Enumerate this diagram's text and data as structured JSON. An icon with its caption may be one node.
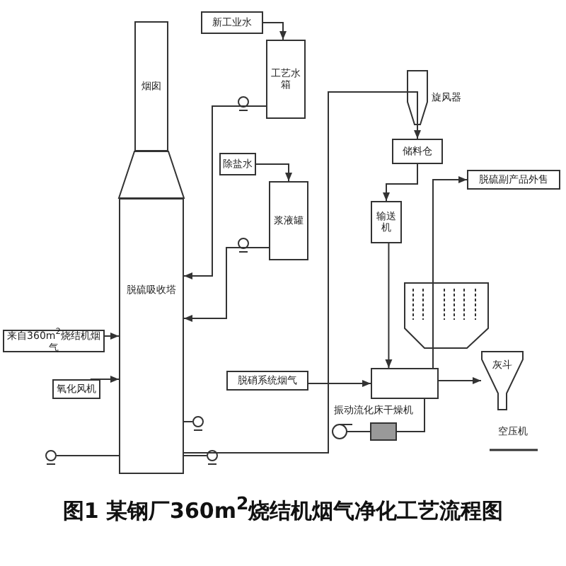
{
  "diagram": {
    "caption": "图1  某钢厂360m$^{2}$烧结机烟气净化工艺流程图",
    "nodes": [
      {
        "text": [
          "烟囱"
        ]
      },
      {
        "text": [
          "脱硫吸收塔"
        ]
      },
      {
        "text": [
          "新工业水"
        ]
      },
      {
        "text": [
          "工艺水箱"
        ]
      },
      {
        "text": [
          "除盐水"
        ]
      },
      {
        "text": [
          "浆液罐"
        ]
      },
      {
        "text": [
          "来自360m$^{2}$烧结机烟气"
        ]
      },
      {
        "text": [
          "氧化风机"
        ]
      },
      {
        "text": [
          "储料仓"
        ]
      },
      {
        "text": [
          "输送机"
        ]
      },
      {
        "text": [
          "脱硫副产品外售"
        ]
      },
      {
        "text": [
          "脱硝系统烟气"
        ]
      },
      {
        "text": [],
        "shape": "box",
        "beside": [
          "振动流化床干燥机"
        ]
      },
      {
        "text": [
          "灰斗"
        ]
      }
    ],
    "edges": [
      {
        "from": 2,
        "to": 3,
        "arrow": "to"
      },
      {
        "from": 3,
        "to": 1,
        "arrow": "to"
      },
      {
        "from": 4,
        "to": 5,
        "arrow": "to"
      },
      {
        "from": 5,
        "to": 1,
        "arrow": "to"
      },
      {
        "from": 6,
        "to": 1,
        "arrow": "to"
      },
      {
        "from": 7,
        "to": 1,
        "arrow": "to"
      },
      {
        "from": 1,
        "to": 8,
        "arrow": "to"
      },
      {
        "from": 8,
        "to": 9,
        "arrow": "to"
      },
      {
        "from": 9,
        "to": 12,
        "arrow": "to"
      },
      {
        "from": 11,
        "to": 12,
        "arrow": "to"
      },
      {
        "from": 12,
        "to": 13,
        "arrow": "to"
      },
      {
        "from": 12,
        "to": 10,
        "arrow": "to"
      }
    ],
    "labels": [
      "旋风器",
      "空压机"
    ]
  }
}
